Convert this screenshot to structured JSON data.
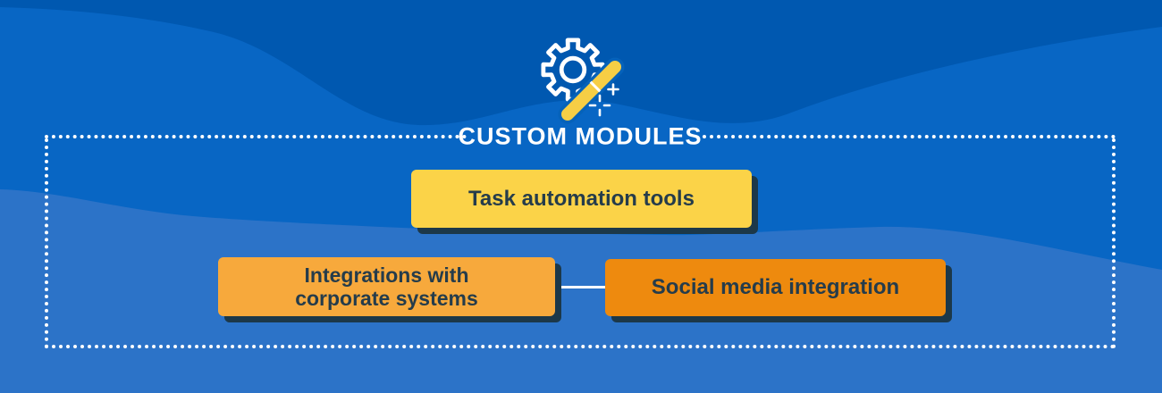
{
  "header": {
    "title": "CUSTOM MODULES",
    "icon": "gear-wand-icon"
  },
  "modules": [
    {
      "label": "Task automation tools",
      "color": "#FBD348"
    },
    {
      "label": "Integrations with corporate systems",
      "color": "#F7A93C"
    },
    {
      "label": "Social media integration",
      "color": "#EE8A0E"
    }
  ],
  "connections": [
    {
      "from": "Integrations with corporate systems",
      "to": "Social media integration",
      "style": "white-line"
    }
  ],
  "colors": {
    "background": "#0866C4",
    "background_wave_dark": "#0058B0",
    "background_wave_light": "#2C73C8",
    "frame_dots": "#FFFFFF",
    "title_text": "#FFFFFF",
    "box_text": "#253C4B",
    "box_shadow": "#1C3849",
    "wand_yellow": "#F6CE45",
    "icon_lines": "#FFFFFF"
  }
}
